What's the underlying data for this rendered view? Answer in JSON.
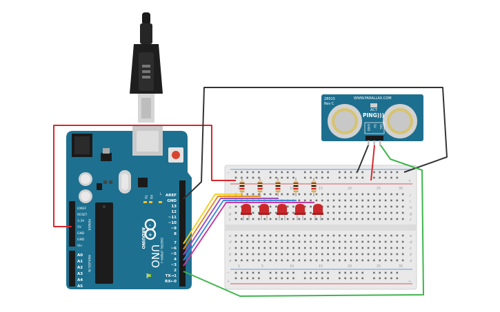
{
  "colors": {
    "arduino_board": "#1d7090",
    "breadboard": "#e9e9e9",
    "sensor_board": "#1d6f8f",
    "wire_red": "#d9262b",
    "wire_black": "#333333",
    "wire_green": "#3cb54a",
    "wire_yellow": "#f2d022",
    "wire_orange": "#e38a26",
    "wire_purple": "#9b4cc2",
    "wire_blue": "#3a8bd9",
    "wire_magenta": "#c93ba0",
    "led_red": "#c9272a"
  },
  "arduino": {
    "brand": "ARDUINO",
    "model": "UNO",
    "logo_text": "∞",
    "digital_header_label": "DIGITAL (PWM~)",
    "power_header_label": "POWER",
    "analog_header_label": "ANALOG IN",
    "on_label": "ON",
    "l_label": "L",
    "tx_label": "TX",
    "rx_label": "RX",
    "digital_pins": [
      "AREF",
      "GND",
      "13",
      "12",
      "~11",
      "~10",
      "~9",
      "8",
      "7",
      "~6",
      "~5",
      "4",
      "~3",
      "2",
      "TX→1",
      "RX←0"
    ],
    "power_pins": [
      "IOREF",
      "RESET",
      "3.3V",
      "5V",
      "GND",
      "GND",
      "Vin"
    ],
    "analog_pins": [
      "A0",
      "A1",
      "A2",
      "A3",
      "A4",
      "A5"
    ]
  },
  "sensor": {
    "brand_url": "WWW.PARALLAX.COM",
    "model": "28015",
    "rev": "Rev C",
    "name": "PING)))",
    "act_label": "ACT",
    "pins": [
      "GND",
      "5V",
      "SIG"
    ]
  },
  "breadboard": {
    "column_numbers": [
      "1",
      "5",
      "10",
      "15",
      "20",
      "25",
      "30"
    ],
    "rows_top": [
      "j",
      "i",
      "h",
      "g",
      "f"
    ],
    "rows_bottom": [
      "e",
      "d",
      "c",
      "b",
      "a"
    ],
    "rail_plus": "+",
    "rail_minus": "−"
  }
}
